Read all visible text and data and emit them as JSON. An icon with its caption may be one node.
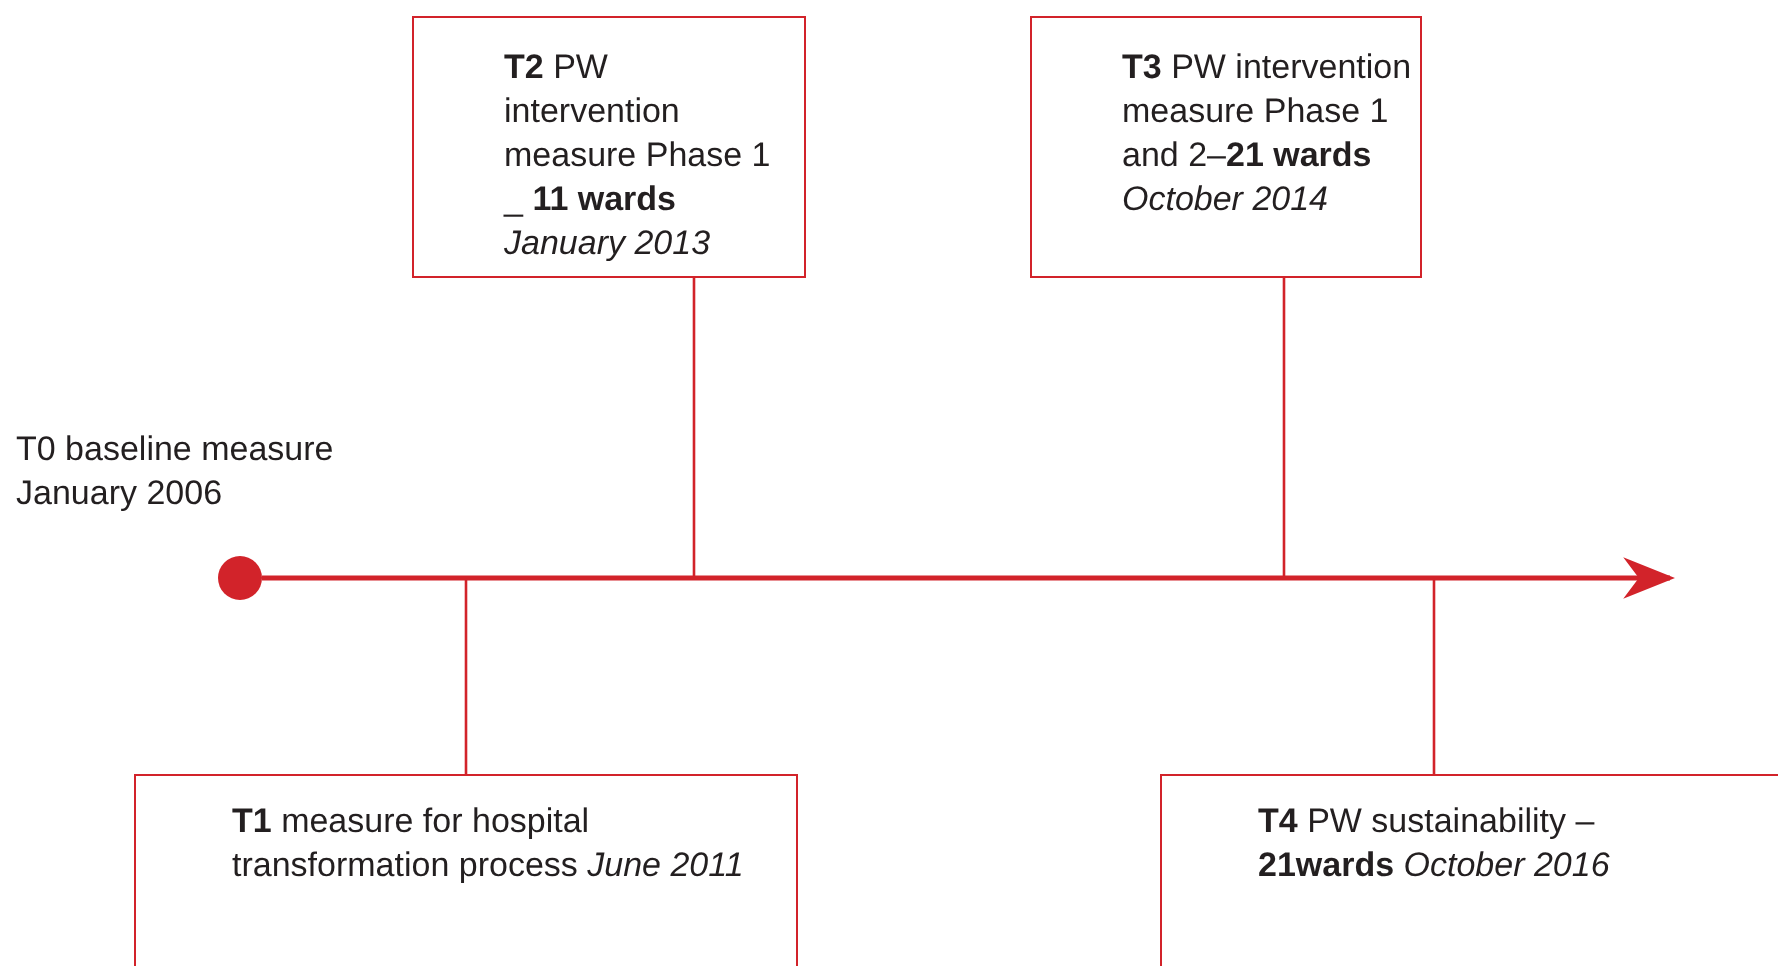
{
  "diagram": {
    "nodes": [
      {
        "text": [
          "**T2** PW intervention measure Phase 1 _ **11 wards** *January 2013*"
        ]
      },
      {
        "text": [
          "**T3** PW intervention measure Phase 1 and 2–**21 wards** *October 2014*"
        ]
      },
      {
        "text": [],
        "shape": "circle",
        "beside": [
          "T0 baseline measure January 2006"
        ]
      },
      {
        "text": [
          "**T1** measure for hospital transformation process *June 2011*"
        ]
      },
      {
        "text": [
          "**T4** PW sustainability –**21wards** *October 2016*"
        ]
      }
    ],
    "edges": [
      {
        "from": 2,
        "to": null,
        "arrow": "to"
      },
      {
        "from": 0,
        "to": null,
        "arrow": "none"
      },
      {
        "from": 1,
        "to": null,
        "arrow": "none"
      },
      {
        "from": 3,
        "to": null,
        "arrow": "none"
      },
      {
        "from": 4,
        "to": null,
        "arrow": "none"
      }
    ]
  }
}
